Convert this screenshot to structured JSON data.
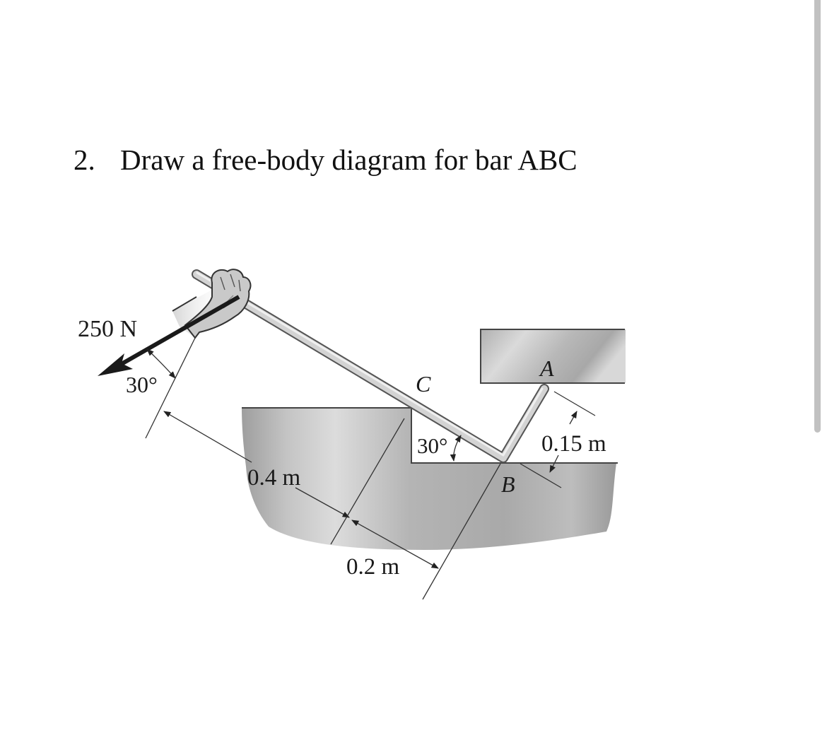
{
  "question": {
    "number": "2.",
    "text": "Draw a free-body diagram for bar ABC"
  },
  "figure": {
    "force_label": "250 N",
    "force_angle_label": "30°",
    "bar_angle_label": "30°",
    "point_labels": {
      "A": "A",
      "B": "B",
      "C": "C"
    },
    "dimensions": {
      "long_segment": "0.4 m",
      "short_segment": "0.2 m",
      "arm_AB": "0.15 m"
    },
    "colors": {
      "ground_fill": "#b5b5b5",
      "ground_highlight": "#dedede",
      "bar_fill": "#d0d0d0",
      "outline": "#333333",
      "arrow": "#1a1a1a"
    }
  },
  "scrollbar": {
    "color": "#c1c1c1"
  }
}
